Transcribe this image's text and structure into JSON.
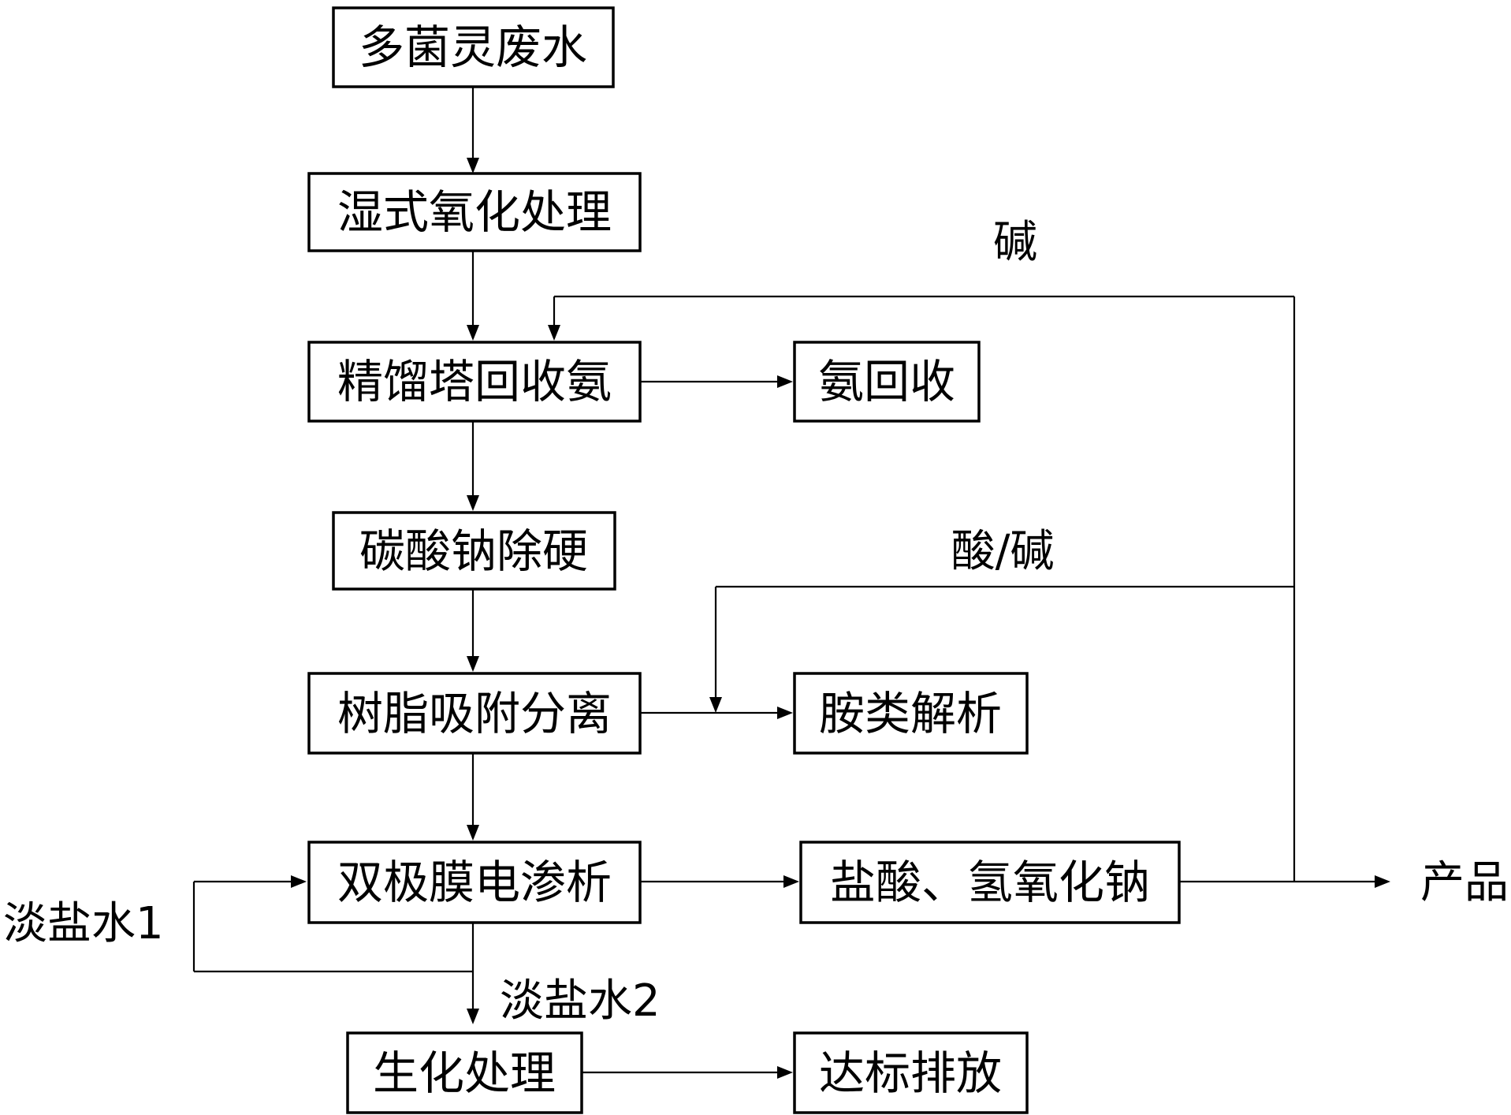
{
  "boxes": {
    "wastewater": "多菌灵废水",
    "wet_oxidation": "湿式氧化处理",
    "distillation": "精馏塔回收氨",
    "ammonia_recovery": "氨回收",
    "softening": "碳酸钠除硬",
    "resin_separation": "树脂吸附分离",
    "amine_analysis": "胺类解析",
    "bipolar_ed": "双极膜电渗析",
    "acid_base": "盐酸、氢氧化钠",
    "biochemical": "生化处理",
    "discharge": "达标排放"
  },
  "labels": {
    "alkali": "碱",
    "acid_alkali": "酸/碱",
    "product": "产品",
    "dilute_1": "淡盐水1",
    "dilute_2": "淡盐水2"
  },
  "colors": {
    "line": "#000000",
    "box_fill": "#ffffff",
    "background": "#ffffff"
  }
}
